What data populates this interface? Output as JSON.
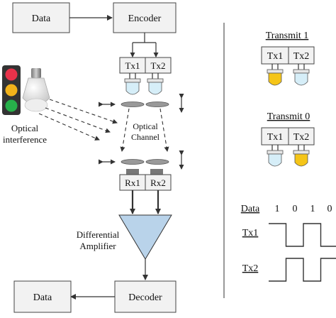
{
  "blocks": {
    "data_in": "Data",
    "encoder": "Encoder",
    "decoder": "Decoder",
    "data_out": "Data",
    "tx1": "Tx1",
    "tx2": "Tx2",
    "rx1": "Rx1",
    "rx2": "Rx2"
  },
  "labels": {
    "optical_line1": "Optical",
    "optical_line2": "interference",
    "channel_line1": "Optical",
    "channel_line2": "Channel",
    "amp_line1": "Differential",
    "amp_line2": "Amplifier"
  },
  "legend": {
    "transmit1": {
      "title": "Transmit 1",
      "tx1": "Tx1",
      "tx2": "Tx2",
      "tx1_color": "#f5c518",
      "tx2_color": "#d6eef8"
    },
    "transmit0": {
      "title": "Transmit 0",
      "tx1": "Tx1",
      "tx2": "Tx2",
      "tx1_color": "#d6eef8",
      "tx2_color": "#f5c518"
    }
  },
  "timing": {
    "data_label": "Data",
    "bits": [
      "1",
      "0",
      "1",
      "0"
    ],
    "tx1_label": "Tx1",
    "tx2_label": "Tx2"
  },
  "colors": {
    "amplifier_fill": "#b9d3ea",
    "traffic_red": "#e8324a",
    "traffic_yellow": "#f2b21a",
    "traffic_green": "#27b04a",
    "led_on": "#f5c518",
    "led_off": "#d6eef8"
  }
}
